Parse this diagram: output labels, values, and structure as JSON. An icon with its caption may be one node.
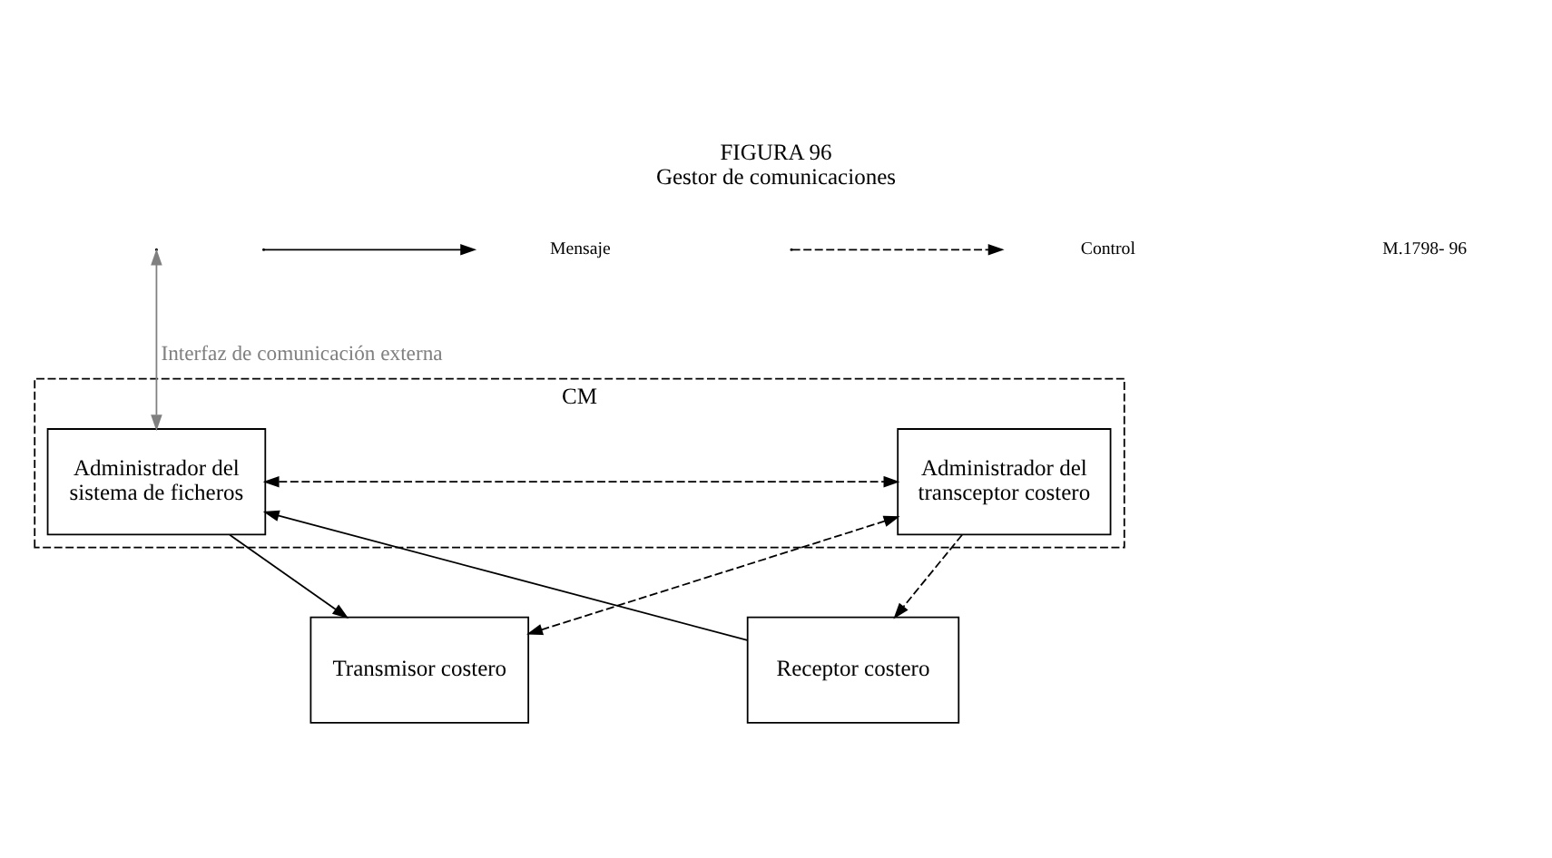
{
  "diagram": {
    "title": "FIGURA 96",
    "caption": "Gestor de comunicaciones",
    "nodes": [
      {
        "text": [
          "CM"
        ]
      },
      {
        "text": [
          "Administrador del sistema de ficheros"
        ],
        "in": 0
      },
      {
        "text": [
          "Administrador del transceptor costero"
        ],
        "in": 0
      },
      {
        "text": [
          "Transmisor costero"
        ]
      },
      {
        "text": [
          "Receptor costero"
        ]
      }
    ],
    "edges": [
      {
        "from": null,
        "to": 1,
        "arrow": "both",
        "label": "Interfaz de comunicación externa",
        "color": "#808080"
      },
      {
        "from": 1,
        "to": 2,
        "arrow": "both",
        "style": "dashed"
      },
      {
        "from": 1,
        "to": 3,
        "arrow": "to"
      },
      {
        "from": 4,
        "to": 1,
        "arrow": "to"
      },
      {
        "from": 2,
        "to": 3,
        "arrow": "both",
        "style": "dashed"
      },
      {
        "from": 2,
        "to": 4,
        "arrow": "to",
        "style": "dashed"
      }
    ],
    "labels": [
      "M.1798- 96"
    ],
    "legend": [
      {
        "text": "Mensaje"
      },
      {
        "text": "Control"
      }
    ]
  }
}
